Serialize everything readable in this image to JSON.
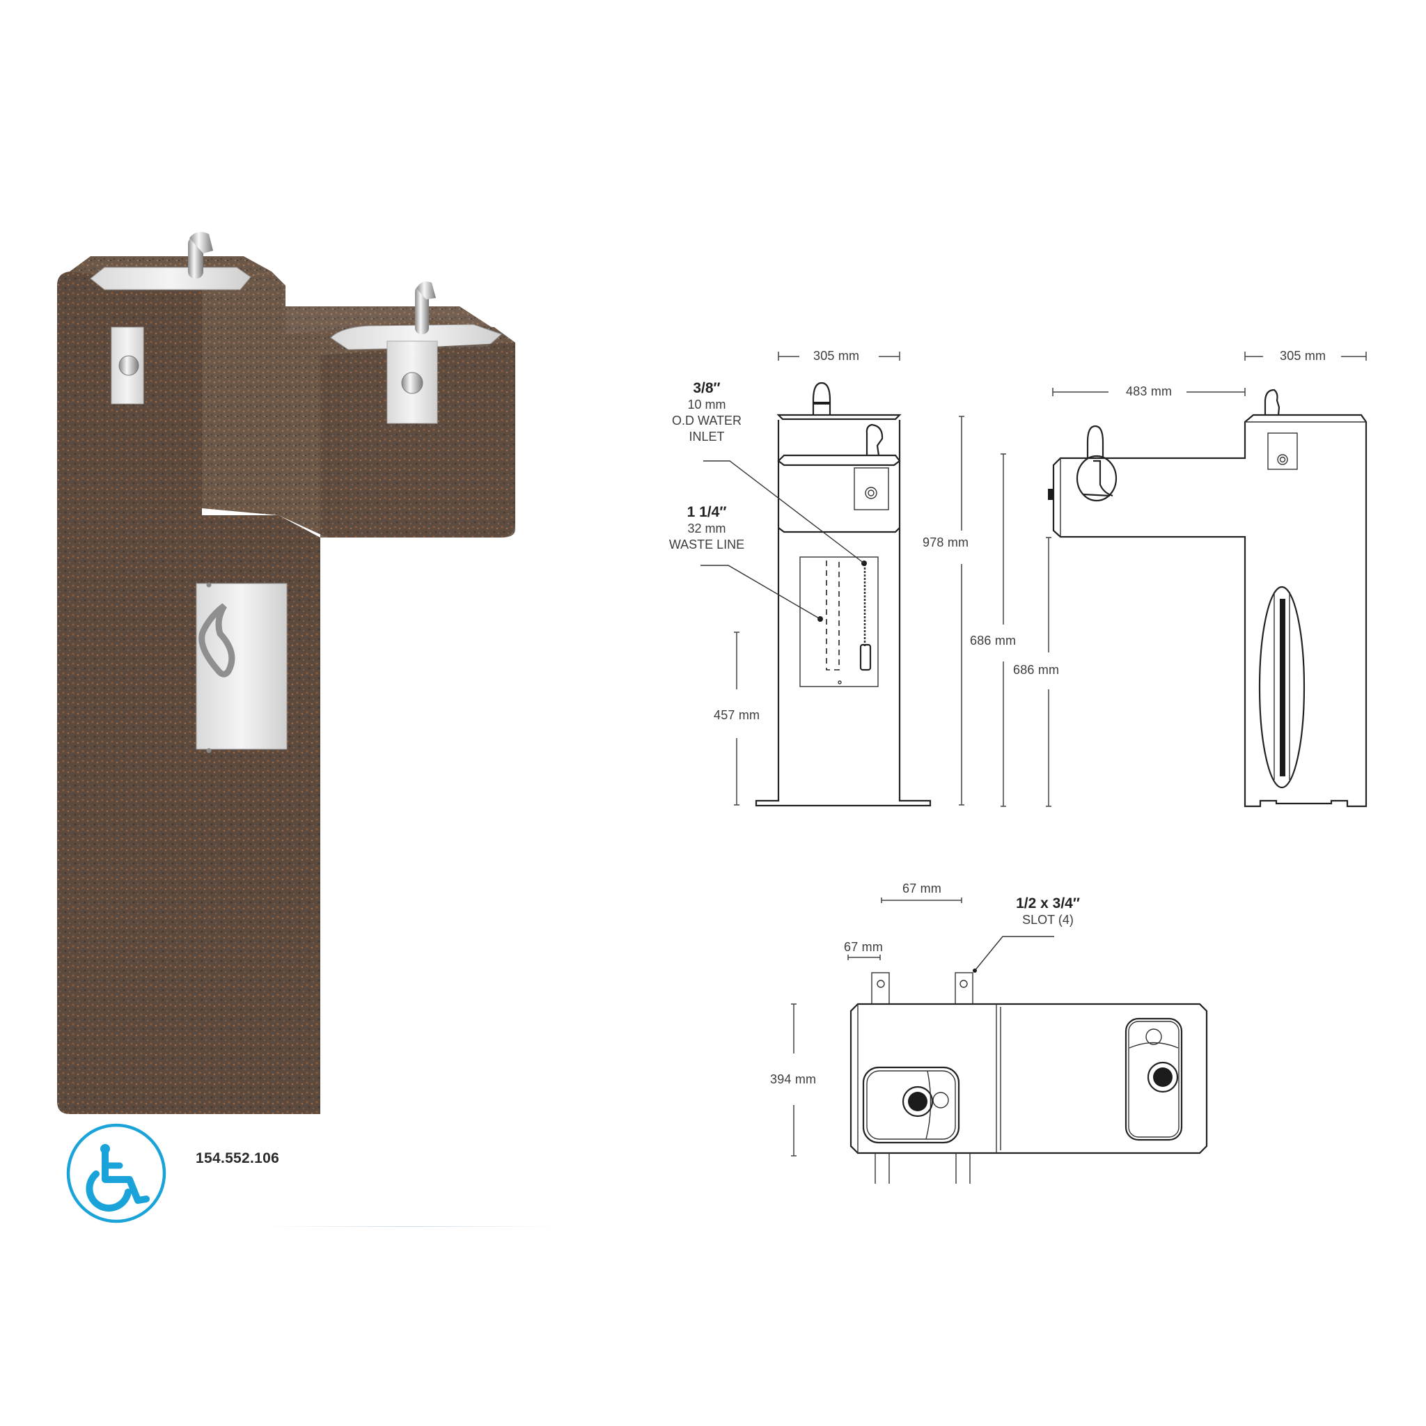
{
  "product": {
    "code": "154.552.106",
    "photo_alt": "Bi-level exposed aggregate stone pedestal drinking fountain with two bubblers and stainless steel push-button plates",
    "panel_icon": "water-drop-icon",
    "accessibility_icon": "wheelchair-accessible-icon",
    "accent_color": "#1aa3d9",
    "stone_color": "#6e5a4a"
  },
  "front_view": {
    "width_label": "305 mm",
    "height_total_label": "978 mm",
    "height_base_label": "457 mm",
    "callouts": [
      {
        "size": "3/8″",
        "metric": "10 mm",
        "line1": "O.D WATER",
        "line2": "INLET"
      },
      {
        "size": "1 1/4″",
        "metric": "32 mm",
        "line1": "WASTE LINE",
        "line2": ""
      }
    ]
  },
  "side_view": {
    "top_width_label": "305 mm",
    "arm_length_label": "483 mm",
    "height_outer_label": "686 mm",
    "height_inner_label": "686 mm"
  },
  "top_view": {
    "slot_spacing_label": "67 mm",
    "slot_offset_label": "67 mm",
    "depth_label": "394 mm",
    "slot_callout": {
      "size": "1/2 x 3/4″",
      "label": "SLOT (4)"
    }
  }
}
